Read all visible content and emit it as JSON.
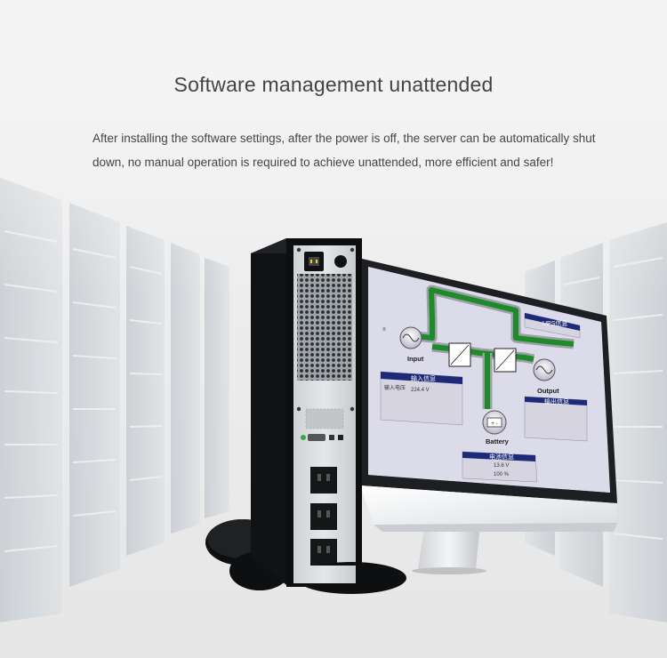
{
  "heading": {
    "title": "Software management unattended",
    "description": "After installing the software settings, after the power is off, the server can be automatically shut down, no manual operation is required to achieve unattended, more efficient and safer!"
  },
  "monitor_screen": {
    "nodes": {
      "input": "Input",
      "output": "Output",
      "battery": "Battery"
    },
    "input_panel": {
      "header": "输入信息",
      "value": "224.4 V"
    },
    "ups_panel": {
      "header": "UPS信息"
    },
    "output_panel": {
      "header": "输出信息"
    },
    "battery_panel": {
      "header": "电池信息",
      "value_1": "13.6 V",
      "value_2": "100 %"
    }
  }
}
